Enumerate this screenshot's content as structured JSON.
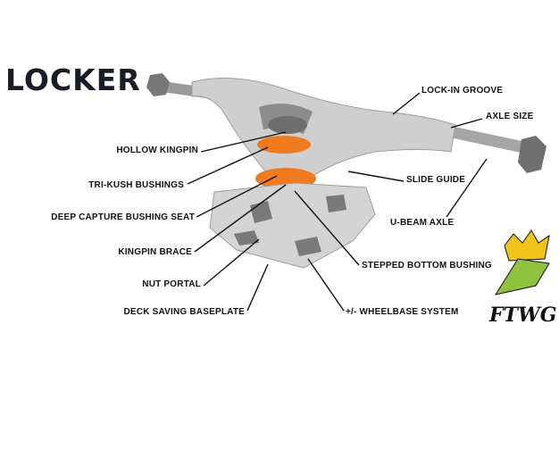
{
  "brand": {
    "logo_text": "LOCKER",
    "mascot_text": "FTWG"
  },
  "labels": {
    "lock_in_groove": "LOCK-IN GROOVE",
    "axle_size": "AXLE SIZE",
    "hollow_kingpin": "HOLLOW KINGPIN",
    "tri_kush_bushings": "TRI-KUSH BUSHINGS",
    "slide_guide": "SLIDE GUIDE",
    "deep_capture_bushing_seat": "DEEP CAPTURE BUSHING SEAT",
    "u_beam_axle": "U-BEAM AXLE",
    "kingpin_brace": "KINGPIN BRACE",
    "stepped_bottom_bushing": "STEPPED BOTTOM BUSHING",
    "nut_portal": "NUT PORTAL",
    "deck_saving_baseplate": "DECK SAVING BASEPLATE",
    "wheelbase_system": "+/- WHEELBASE SYSTEM"
  },
  "colors": {
    "metal": "#c9c9c9",
    "bushing": "#f07a1e",
    "text": "#111111"
  }
}
